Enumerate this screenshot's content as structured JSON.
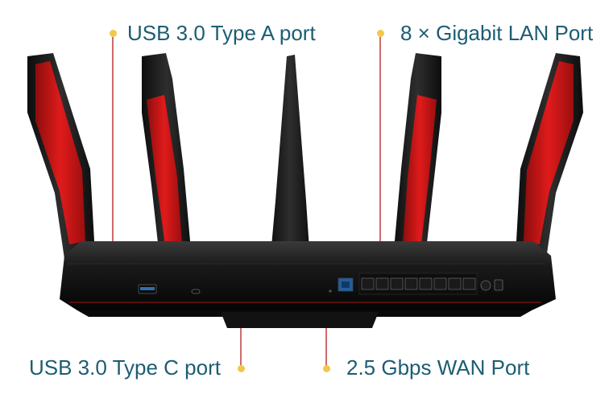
{
  "callouts": {
    "usb_a": "USB 3.0 Type A port",
    "lan": "8 × Gigabit LAN Port",
    "usb_c": "USB 3.0 Type C port",
    "wan": "2.5 Gbps WAN Port"
  },
  "colors": {
    "label_text": "#1c5d73",
    "marker_dot": "#f2c84b",
    "leader_line": "#b41e1e",
    "router_body": "#161616",
    "antenna_accent": "#d41414"
  },
  "icons": {
    "router": "router-photo",
    "marker": "bullet-dot-icon"
  }
}
